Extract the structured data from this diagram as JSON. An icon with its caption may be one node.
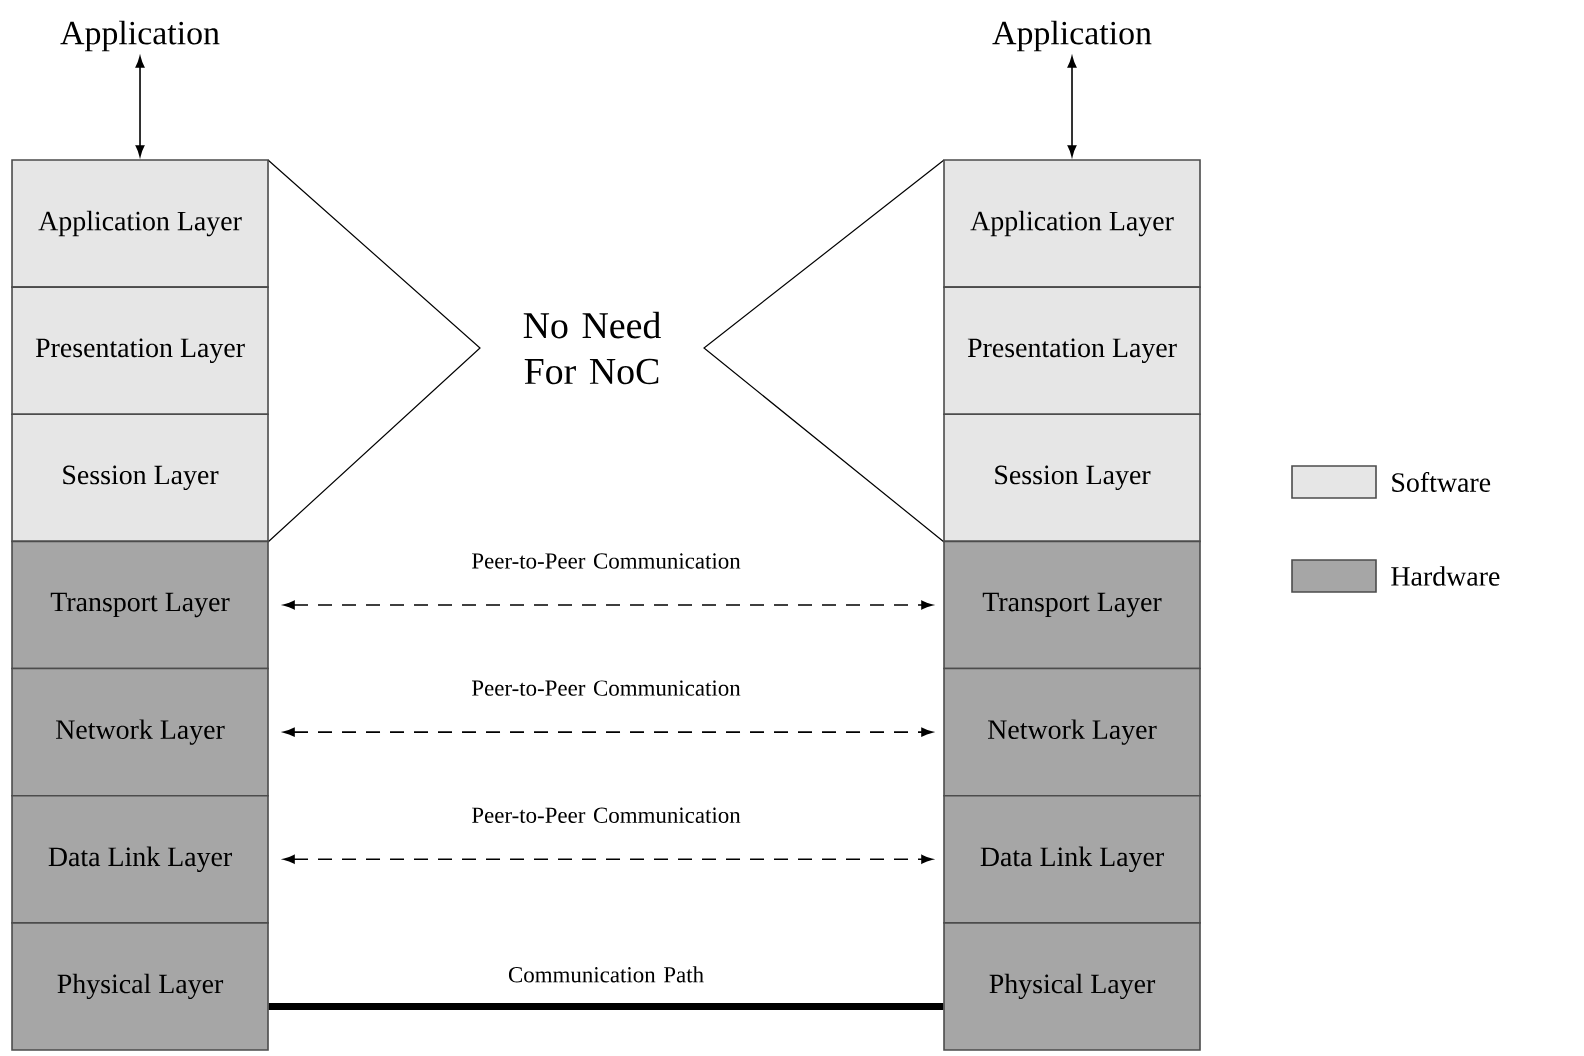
{
  "diagram": {
    "nodes": [
      {
        "text": [
          "Application"
        ]
      },
      {
        "text": [
          "Application"
        ]
      },
      {
        "text": [
          "Application Layer"
        ]
      },
      {
        "text": [
          "Presentation Layer"
        ]
      },
      {
        "text": [
          "Session Layer"
        ]
      },
      {
        "text": [
          "Transport Layer"
        ]
      },
      {
        "text": [
          "Network Layer"
        ]
      },
      {
        "text": [
          "Data Link Layer"
        ]
      },
      {
        "text": [
          "Physical Layer"
        ]
      },
      {
        "text": [
          "Application Layer"
        ]
      },
      {
        "text": [
          "Presentation Layer"
        ]
      },
      {
        "text": [
          "Session Layer"
        ]
      },
      {
        "text": [
          "Transport Layer"
        ]
      },
      {
        "text": [
          "Network Layer"
        ]
      },
      {
        "text": [
          "Data Link Layer"
        ]
      },
      {
        "text": [
          "Physical Layer"
        ]
      }
    ],
    "edges": [
      {
        "from": 0,
        "to": 2,
        "arrow": "both"
      },
      {
        "from": 1,
        "to": 9,
        "arrow": "both"
      },
      {
        "from": 5,
        "to": 12,
        "arrow": "both",
        "style": "dashed",
        "label": "Peer-to-Peer Communication"
      },
      {
        "from": 6,
        "to": 13,
        "arrow": "both",
        "style": "dashed",
        "label": "Peer-to-Peer Communication"
      },
      {
        "from": 7,
        "to": 14,
        "arrow": "both",
        "style": "dashed",
        "label": "Peer-to-Peer Communication"
      },
      {
        "from": 8,
        "to": 15,
        "arrow": "none",
        "style": "thick",
        "label": "Communication Path"
      }
    ],
    "labels": [
      "No Need For NoC"
    ],
    "legend": [
      {
        "text": "Software",
        "color": "#e6e6e6"
      },
      {
        "text": "Hardware",
        "color": "#a6a6a6"
      }
    ]
  }
}
